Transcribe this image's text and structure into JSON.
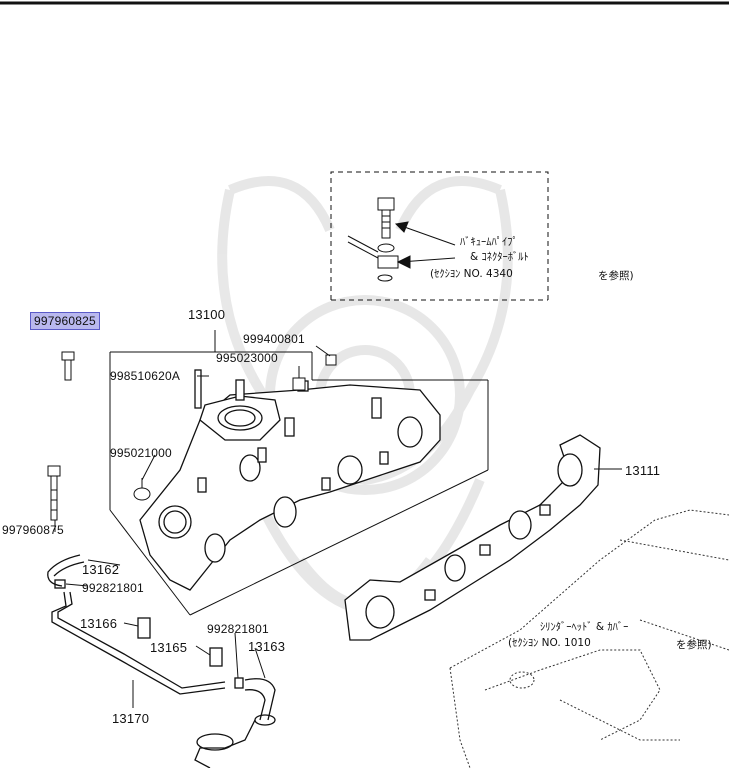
{
  "diagram": {
    "inset_callout": {
      "line1": "ﾊﾞｷｭｰﾑﾊﾟｲﾌﾟ",
      "line2": "& ｺﾈｸﾀｰﾎﾞﾙﾄ",
      "line3": "(ｾｸｼﾖﾝ NO.  4340",
      "line3_suffix": "を参照)"
    },
    "cylinder_head_callout": {
      "line1": "ｼﾘﾝﾀﾞｰﾍｯﾄﾞ & ｶﾊﾞｰ",
      "line2": "(ｾｸｼﾖﾝ NO.  1010",
      "line2_suffix": "を参照)"
    },
    "parts": {
      "p13100": "13100",
      "p999400801": "999400801",
      "p995023000": "995023000",
      "p998510620A": "998510620A",
      "p995021000": "995021000",
      "p997960825": "997960825",
      "p997960875": "997960875",
      "p13111": "13111",
      "p13162": "13162",
      "p992821801a": "992821801",
      "p13166": "13166",
      "p13165": "13165",
      "p992821801b": "992821801",
      "p13163": "13163",
      "p13170": "13170"
    }
  }
}
